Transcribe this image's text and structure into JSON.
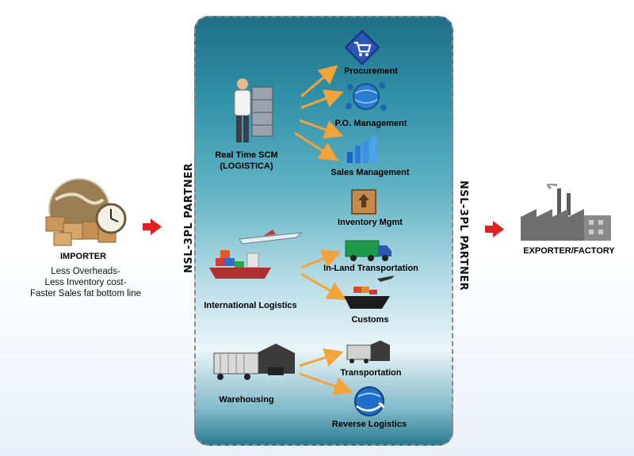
{
  "partner_label_left": "NSL-3PL PARTNER",
  "partner_label_right": "NSL-3PL PARTNER",
  "importer": {
    "title": "IMPORTER",
    "lines": [
      "Less Overheads-",
      "Less Inventory cost-",
      "Faster Sales fat bottom line"
    ]
  },
  "exporter": {
    "title": "EXPORTER/FACTORY"
  },
  "groups": {
    "scm": {
      "label_line1": "Real Time SCM",
      "label_line2": "(LOGISTICA)"
    },
    "intl": {
      "label": "International Logistics"
    },
    "warehousing": {
      "label": "Warehousing"
    }
  },
  "services": {
    "procurement": "Procurement",
    "po_management": "P.O. Management",
    "sales_management": "Sales Management",
    "inventory_mgmt": "Inventory Mgmt",
    "inland_transportation": "In-Land Transportation",
    "customs": "Customs",
    "transportation": "Transportation",
    "reverse_logistics": "Reverse Logistics"
  },
  "colors": {
    "flow_arrow": "#e02020",
    "branch_arrow": "#f2a33a",
    "panel_top": "#1f6f86",
    "panel_mid": "#eaf5f8"
  }
}
